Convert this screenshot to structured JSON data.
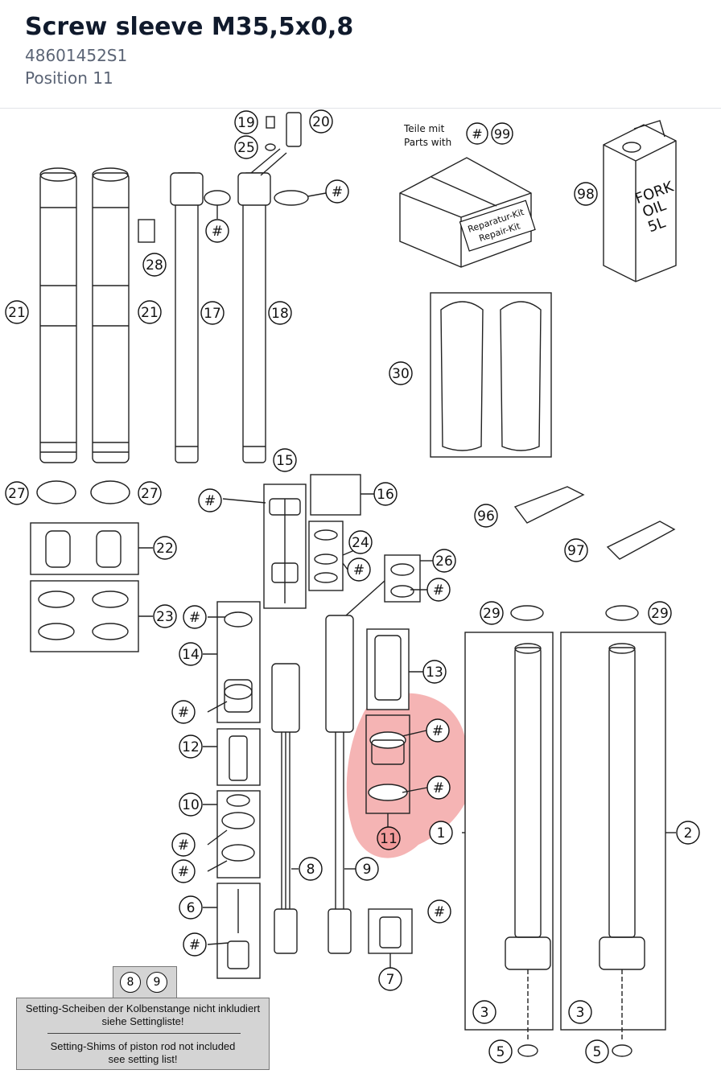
{
  "part": {
    "title": "Screw sleeve M35,5x0,8",
    "number": "48601452S1",
    "position": "Position 11"
  },
  "legend": {
    "teile_mit": "Teile mit",
    "parts_with": "Parts with",
    "hash": "#",
    "kit_number": "99"
  },
  "labels": {
    "repair_kit_1": "Reparatur-Kit",
    "repair_kit_2": "Repair-Kit",
    "fork_oil_1": "FORK",
    "fork_oil_2": "OIL",
    "fork_oil_3": "5L"
  },
  "callouts": {
    "c19": "19",
    "c20": "20",
    "c25": "25",
    "c98": "98",
    "c28": "28",
    "c21a": "21",
    "c21b": "21",
    "c17": "17",
    "c18": "18",
    "c30": "30",
    "c27a": "27",
    "c27b": "27",
    "c15": "15",
    "c16": "16",
    "c22": "22",
    "c24": "24",
    "c26": "26",
    "c96": "96",
    "c97": "97",
    "c23": "23",
    "c29a": "29",
    "c29b": "29",
    "c14": "14",
    "c13": "13",
    "c12": "12",
    "c10": "10",
    "c11": "11",
    "c1": "1",
    "c2": "2",
    "c8": "8",
    "c9": "9",
    "c6": "6",
    "c7": "7",
    "c3a": "3",
    "c3b": "3",
    "c5a": "5",
    "c5b": "5",
    "h": "#"
  },
  "note": {
    "box_8": "8",
    "box_9": "9",
    "line_de_1": "Setting-Scheiben der Kolbenstange nicht inkludiert",
    "line_de_2": "siehe Settingliste!",
    "line_en_1": "Setting-Shims of piston rod not included",
    "line_en_2": "see setting list!"
  },
  "colors": {
    "title": "#101a2c",
    "subtitle": "#5b6475",
    "highlight": "#f29b9b",
    "line": "#222222",
    "note_bg": "#d4d4d4"
  }
}
